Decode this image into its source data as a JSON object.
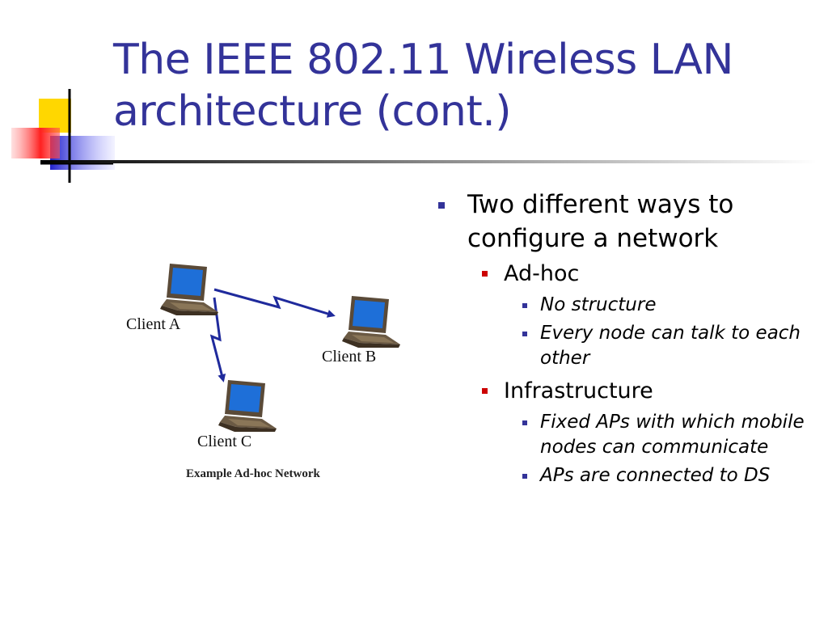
{
  "slide": {
    "title_line1": "The IEEE 802.11 Wireless LAN",
    "title_line2": "architecture (cont.)",
    "colors": {
      "title": "#333399",
      "bullet_l1": "#333399",
      "bullet_l2": "#cc0000",
      "bullet_l3": "#333399",
      "link_arrow": "#1f2a9c"
    }
  },
  "diagram": {
    "clients": [
      {
        "label": "Client A"
      },
      {
        "label": "Client B"
      },
      {
        "label": "Client C"
      }
    ],
    "caption": "Example Ad-hoc Network",
    "icon": "laptop-icon"
  },
  "bullets": {
    "main": "Two different ways to configure a network",
    "groups": [
      {
        "label": "Ad-hoc",
        "items": [
          "No structure",
          "Every node can talk to each other"
        ]
      },
      {
        "label": "Infrastructure",
        "items": [
          "Fixed APs with which mobile nodes can communicate",
          "APs are connected to DS"
        ]
      }
    ]
  }
}
